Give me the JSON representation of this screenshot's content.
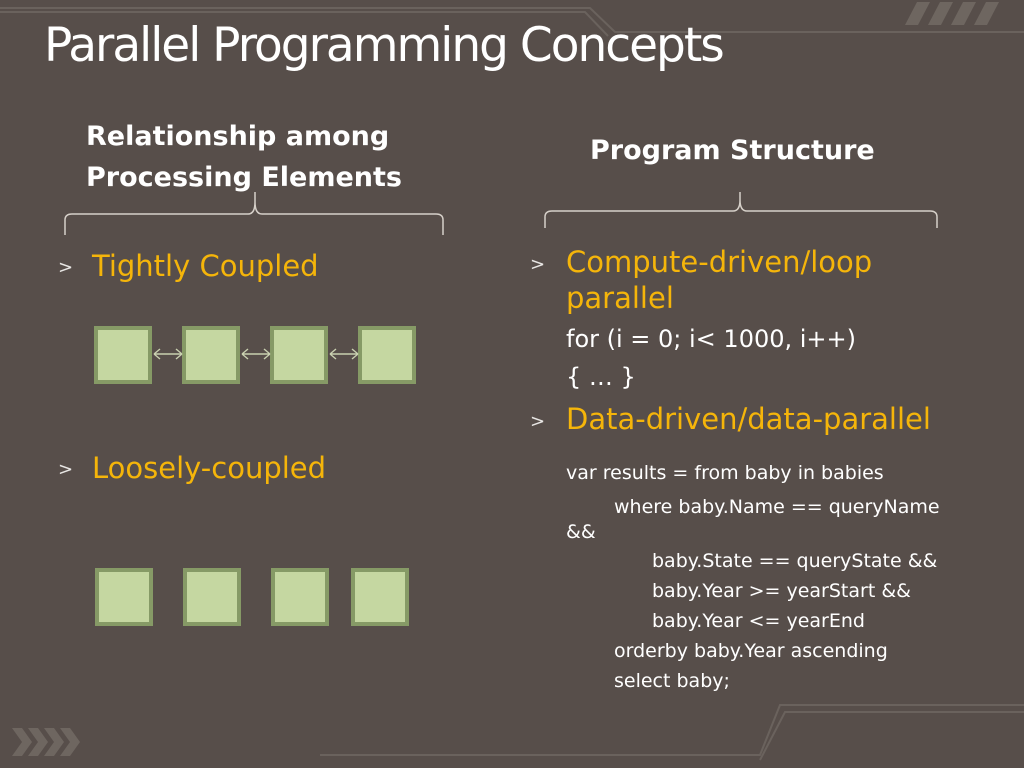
{
  "slide": {
    "title": "Parallel Programming Concepts",
    "background": "#574e4a",
    "accent": "#f5b50a",
    "box_fill": "#c5d7a1",
    "box_border": "#869a66"
  },
  "left_column": {
    "heading_line1": "Relationship among",
    "heading_line2": "Processing Elements",
    "bullets": [
      {
        "marker": ">",
        "text": "Tightly Coupled",
        "boxes": 4,
        "connected": true
      },
      {
        "marker": ">",
        "text": "Loosely-coupled",
        "boxes": 4,
        "connected": false
      }
    ],
    "connector_icon": "double-arrow"
  },
  "right_column": {
    "heading": "Program Structure",
    "bullet1": {
      "marker": ">",
      "line1": "Compute-driven/loop",
      "line2": "parallel",
      "code": [
        "for (i = 0; i< 1000, i++)",
        "{ … }"
      ]
    },
    "bullet2": {
      "marker": ">",
      "text": "Data-driven/data-parallel",
      "code": [
        "var results = from baby in babies",
        "where baby.Name == queryName",
        "&&",
        "baby.State == queryState &&",
        "baby.Year >= yearStart &&",
        "baby.Year <= yearEnd",
        "orderby baby.Year ascending",
        "select baby;"
      ]
    }
  }
}
